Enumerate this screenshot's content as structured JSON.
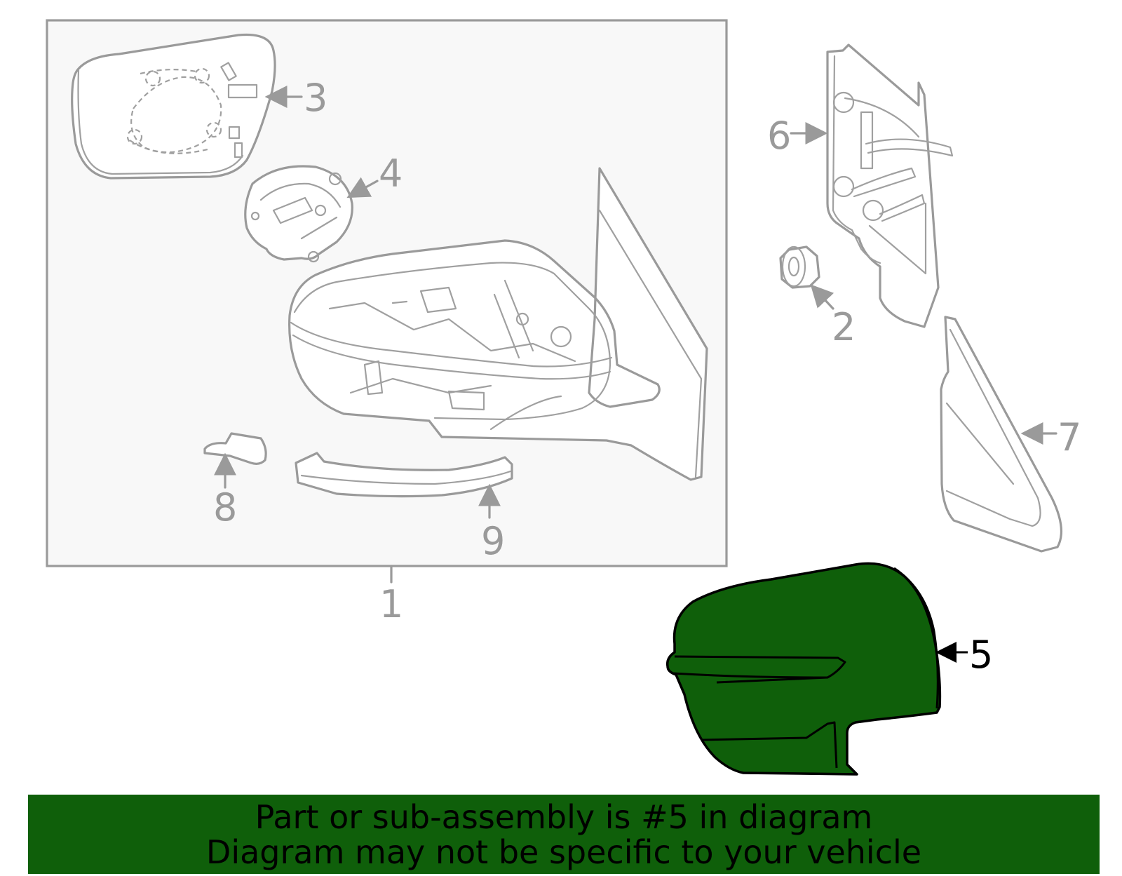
{
  "diagram": {
    "highlight_color": "#0f5f0a",
    "line_color": "#9a9a9a",
    "callouts": {
      "c1": "1",
      "c2": "2",
      "c3": "3",
      "c4": "4",
      "c5": "5",
      "c6": "6",
      "c7": "7",
      "c8": "8",
      "c9": "9"
    },
    "highlighted_part": "5"
  },
  "banner": {
    "line1": "Part or sub-assembly is #5 in diagram",
    "line2": "Diagram may not be specific to your vehicle"
  }
}
